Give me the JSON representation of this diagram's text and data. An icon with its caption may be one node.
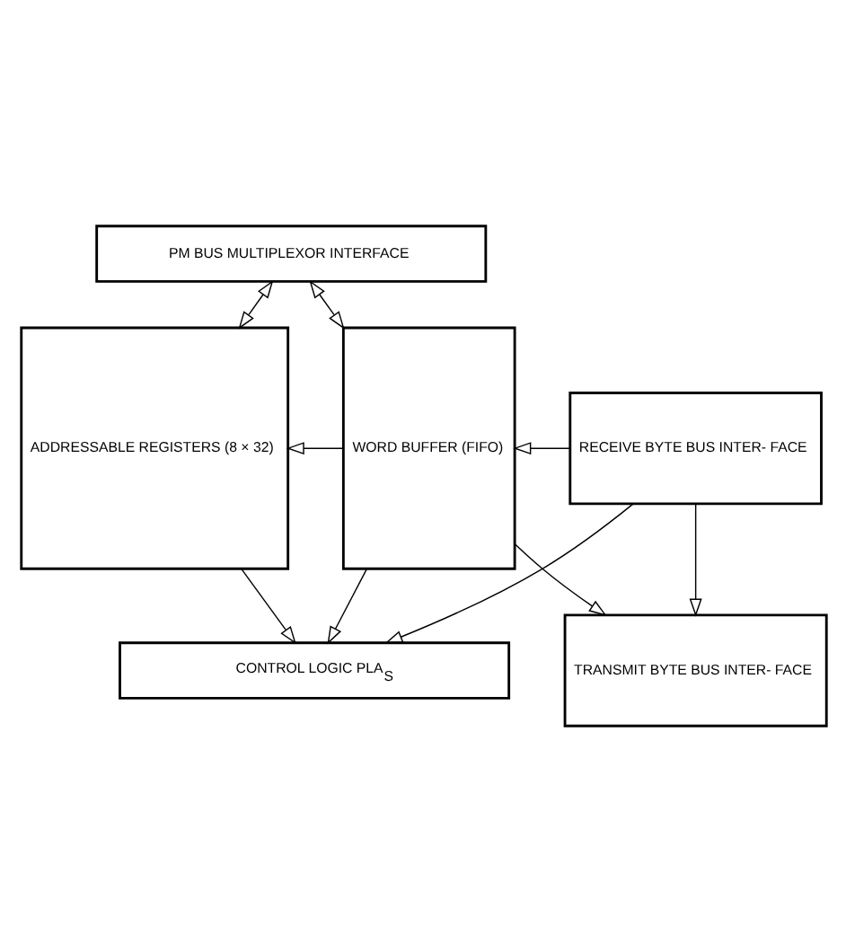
{
  "diagram": {
    "nodes": [
      {
        "text": [
          "PM BUS MULTIPLEXOR INTERFACE"
        ]
      },
      {
        "text": [
          "ADDRESSABLE REGISTERS (8 × 32)"
        ]
      },
      {
        "text": [
          "WORD BUFFER (FIFO)"
        ]
      },
      {
        "text": [
          "RECEIVE BYTE BUS INTER- FACE"
        ]
      },
      {
        "text": [
          "TRANSMIT BYTE BUS INTER- FACE"
        ]
      },
      {
        "text": [
          "CONTROL LOGIC PLA$_{S}$"
        ]
      }
    ],
    "edges": [
      {
        "from": 0,
        "to": 1,
        "arrow": "both"
      },
      {
        "from": 0,
        "to": 2,
        "arrow": "both"
      },
      {
        "from": 3,
        "to": 2,
        "arrow": "to"
      },
      {
        "from": 2,
        "to": 1,
        "arrow": "to"
      },
      {
        "from": 2,
        "to": 4,
        "arrow": "to"
      },
      {
        "from": 3,
        "to": 4,
        "arrow": "to"
      },
      {
        "from": 3,
        "to": 5,
        "arrow": "to"
      },
      {
        "from": 1,
        "to": 5,
        "arrow": "to"
      },
      {
        "from": 2,
        "to": 5,
        "arrow": "to"
      }
    ]
  }
}
